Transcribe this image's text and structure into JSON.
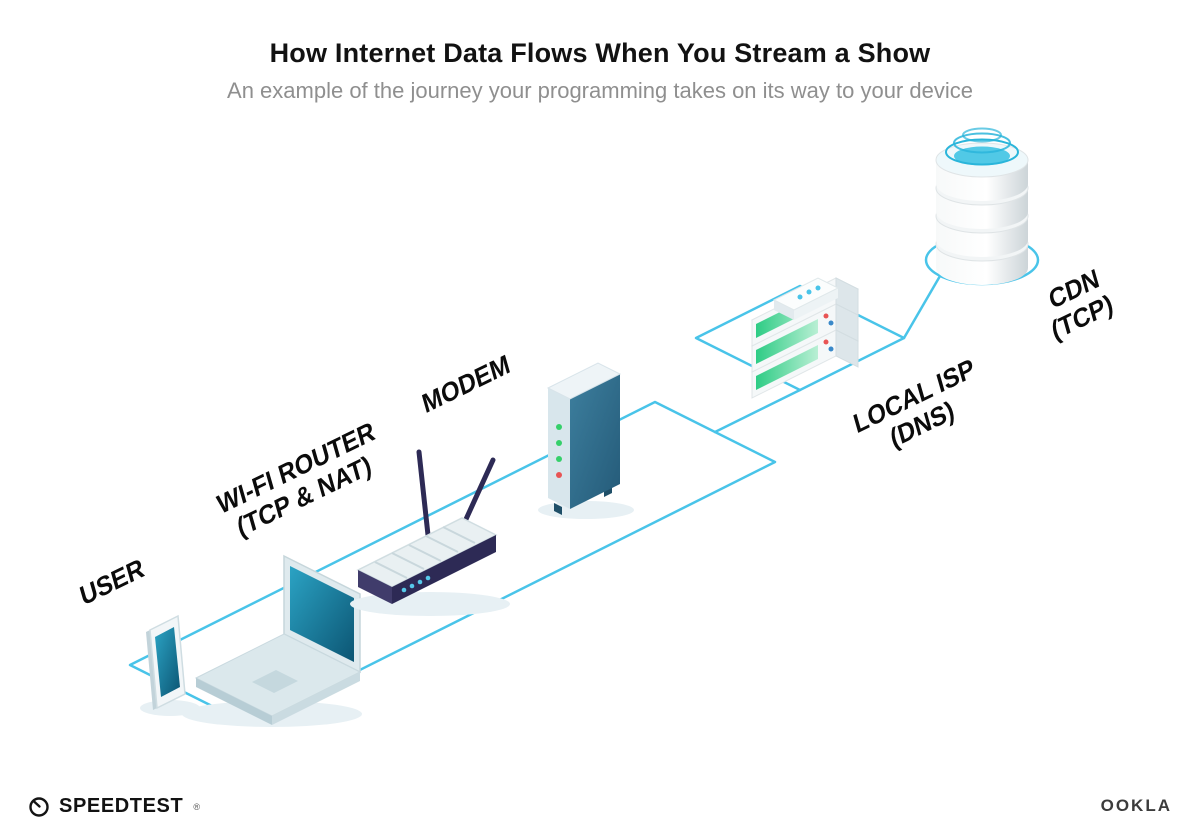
{
  "header": {
    "title": "How Internet Data Flows When You Stream a Show",
    "subtitle": "An example of the journey your programming takes on its way to your device"
  },
  "diagram": {
    "nodes": [
      {
        "id": "user",
        "label": "USER",
        "sublabel": ""
      },
      {
        "id": "wifi-router",
        "label": "WI-FI ROUTER",
        "sublabel": "(TCP & NAT)"
      },
      {
        "id": "modem",
        "label": "MODEM",
        "sublabel": ""
      },
      {
        "id": "local-isp",
        "label": "LOCAL ISP",
        "sublabel": "(DNS)"
      },
      {
        "id": "cdn",
        "label": "CDN",
        "sublabel": "(TCP)"
      }
    ],
    "flow_order": [
      "user",
      "wifi-router",
      "modem",
      "local-isp",
      "cdn"
    ],
    "colors": {
      "path_blue": "#49c4e9",
      "screen_teal": "#14718f",
      "server_green": "#2ecc85",
      "router_navy": "#2d2a55"
    }
  },
  "footer": {
    "speedtest_label": "SPEEDTEST",
    "trademark": "®",
    "ookla_label": "OOKLA"
  }
}
